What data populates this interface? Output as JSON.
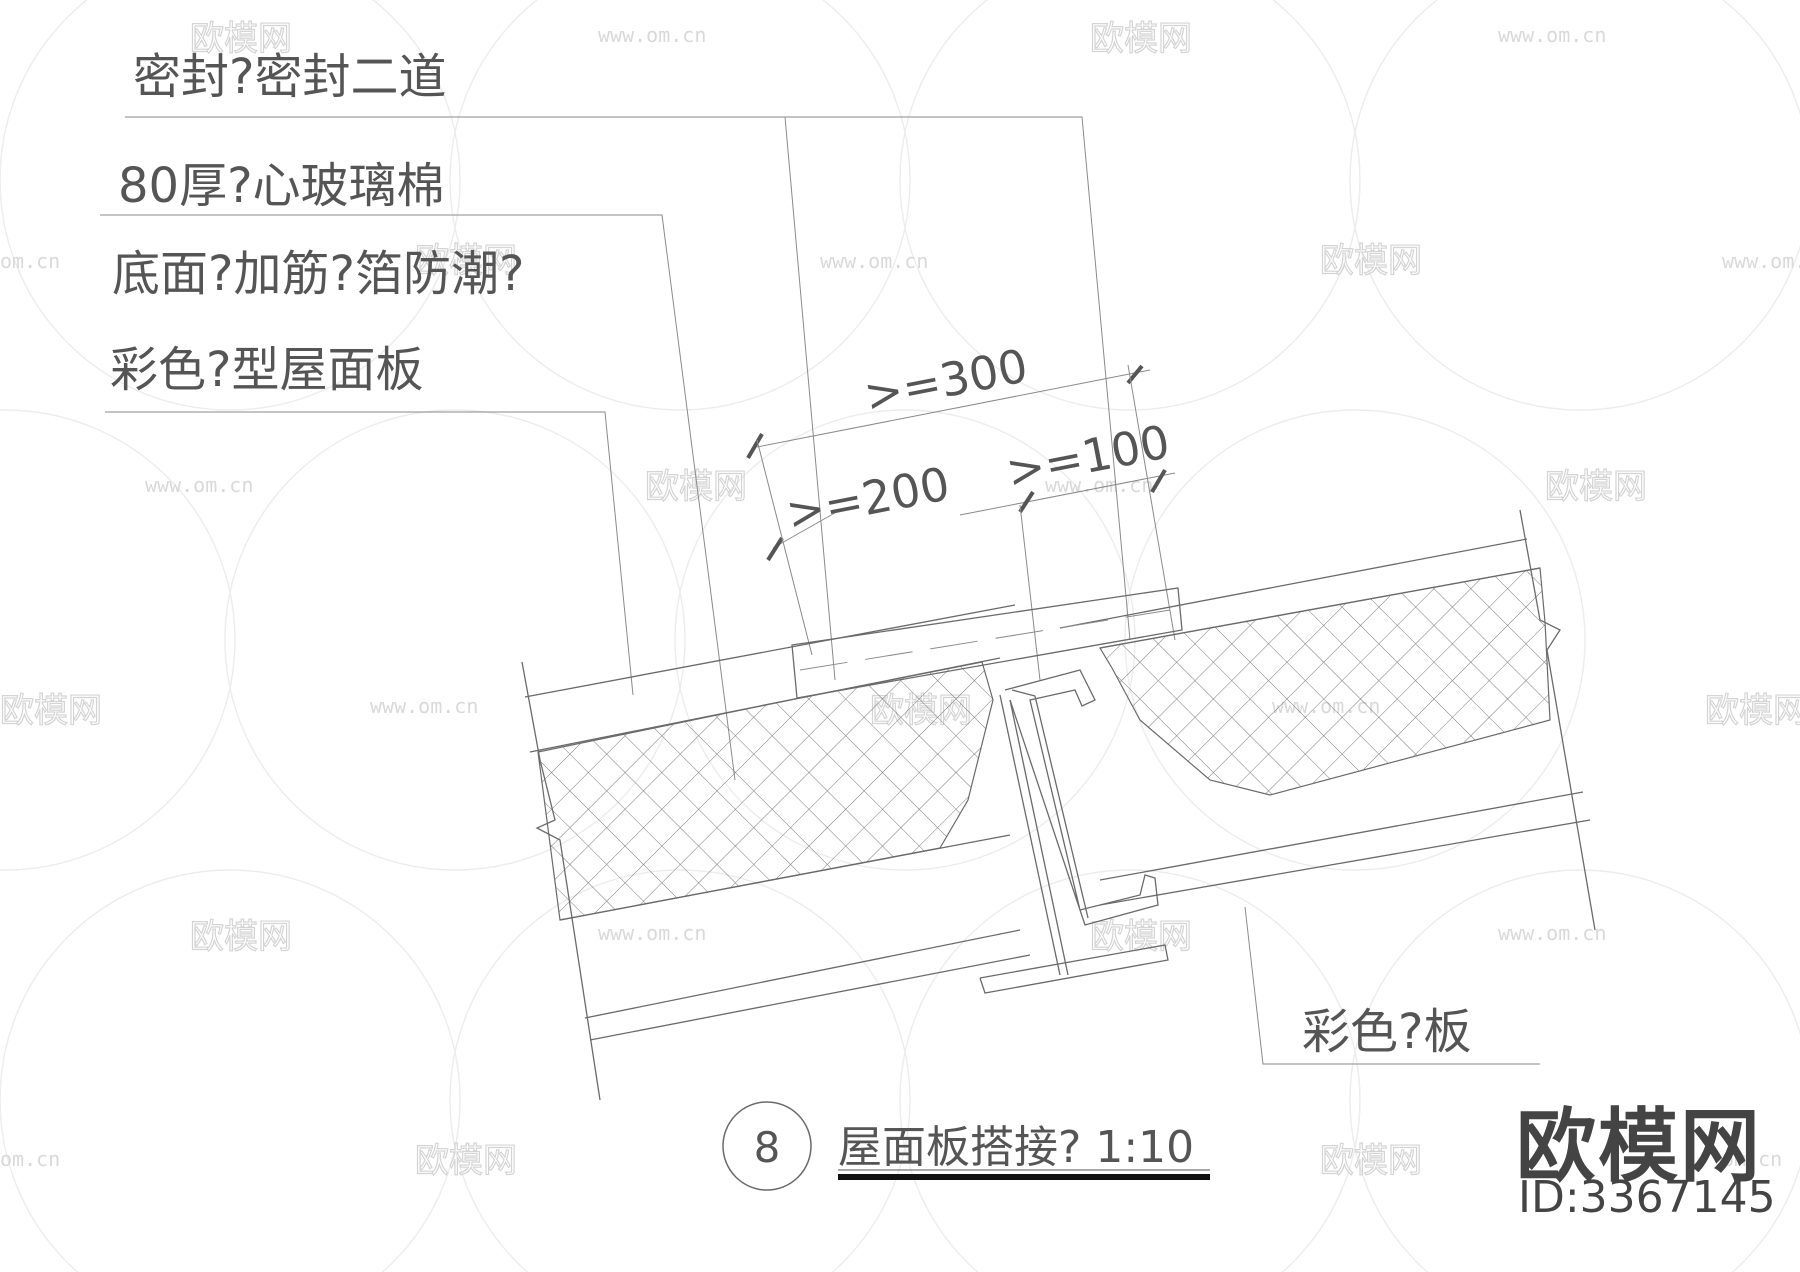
{
  "labels": {
    "l1": "密封?密封二道",
    "l2": "80厚?心玻璃棉",
    "l3": "底面?加筋?箔防潮?",
    "l4": "彩色?型屋面板",
    "l5": "彩色?板"
  },
  "dimensions": {
    "d300": ">=300",
    "d200": ">=200",
    "d100": ">=100"
  },
  "title": {
    "number": "8",
    "text": "屋面板搭接?  1:10"
  },
  "watermark": {
    "logo_text": "欧模网",
    "url_text": "www.om.cn",
    "url_fragment": "om.cn"
  },
  "brand": {
    "name": "欧模网",
    "id_text": "ID:3367145"
  }
}
